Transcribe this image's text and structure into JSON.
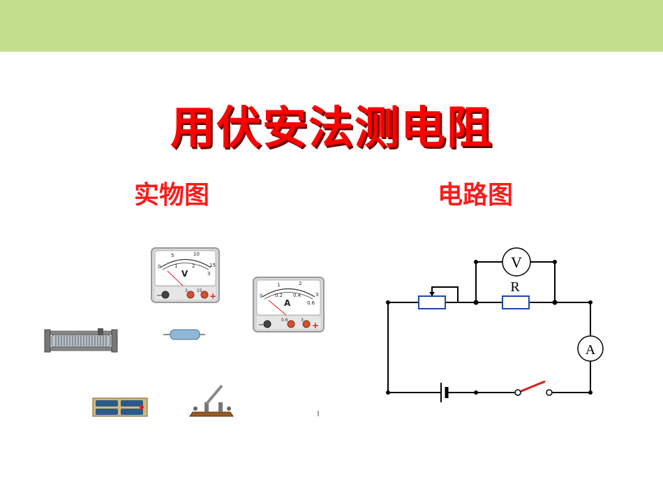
{
  "slide": {
    "title": "用伏安法测电阻",
    "left_label": "实物图",
    "right_label": "电路图",
    "header_color": "#c3de8c",
    "accent_color": "#ff0000"
  },
  "voltmeter": {
    "unit": "V",
    "scale_top": [
      "5",
      "10"
    ],
    "scale_bottom": [
      "0",
      "1",
      "2",
      "3"
    ],
    "scale_end_top": "15",
    "terminal_labels": [
      "3",
      "15"
    ],
    "minus": "−",
    "plus": "+"
  },
  "ammeter": {
    "unit": "A",
    "scale_top": [
      "1",
      "2"
    ],
    "scale_bottom": [
      "0",
      "0.2",
      "0.4",
      "0.6"
    ],
    "scale_end_top": "3",
    "terminal_labels": [
      "0.6",
      "3"
    ],
    "minus": "−",
    "plus": "+"
  },
  "circuit": {
    "resistor_label": "R",
    "voltmeter_symbol": "V",
    "ammeter_symbol": "A"
  }
}
